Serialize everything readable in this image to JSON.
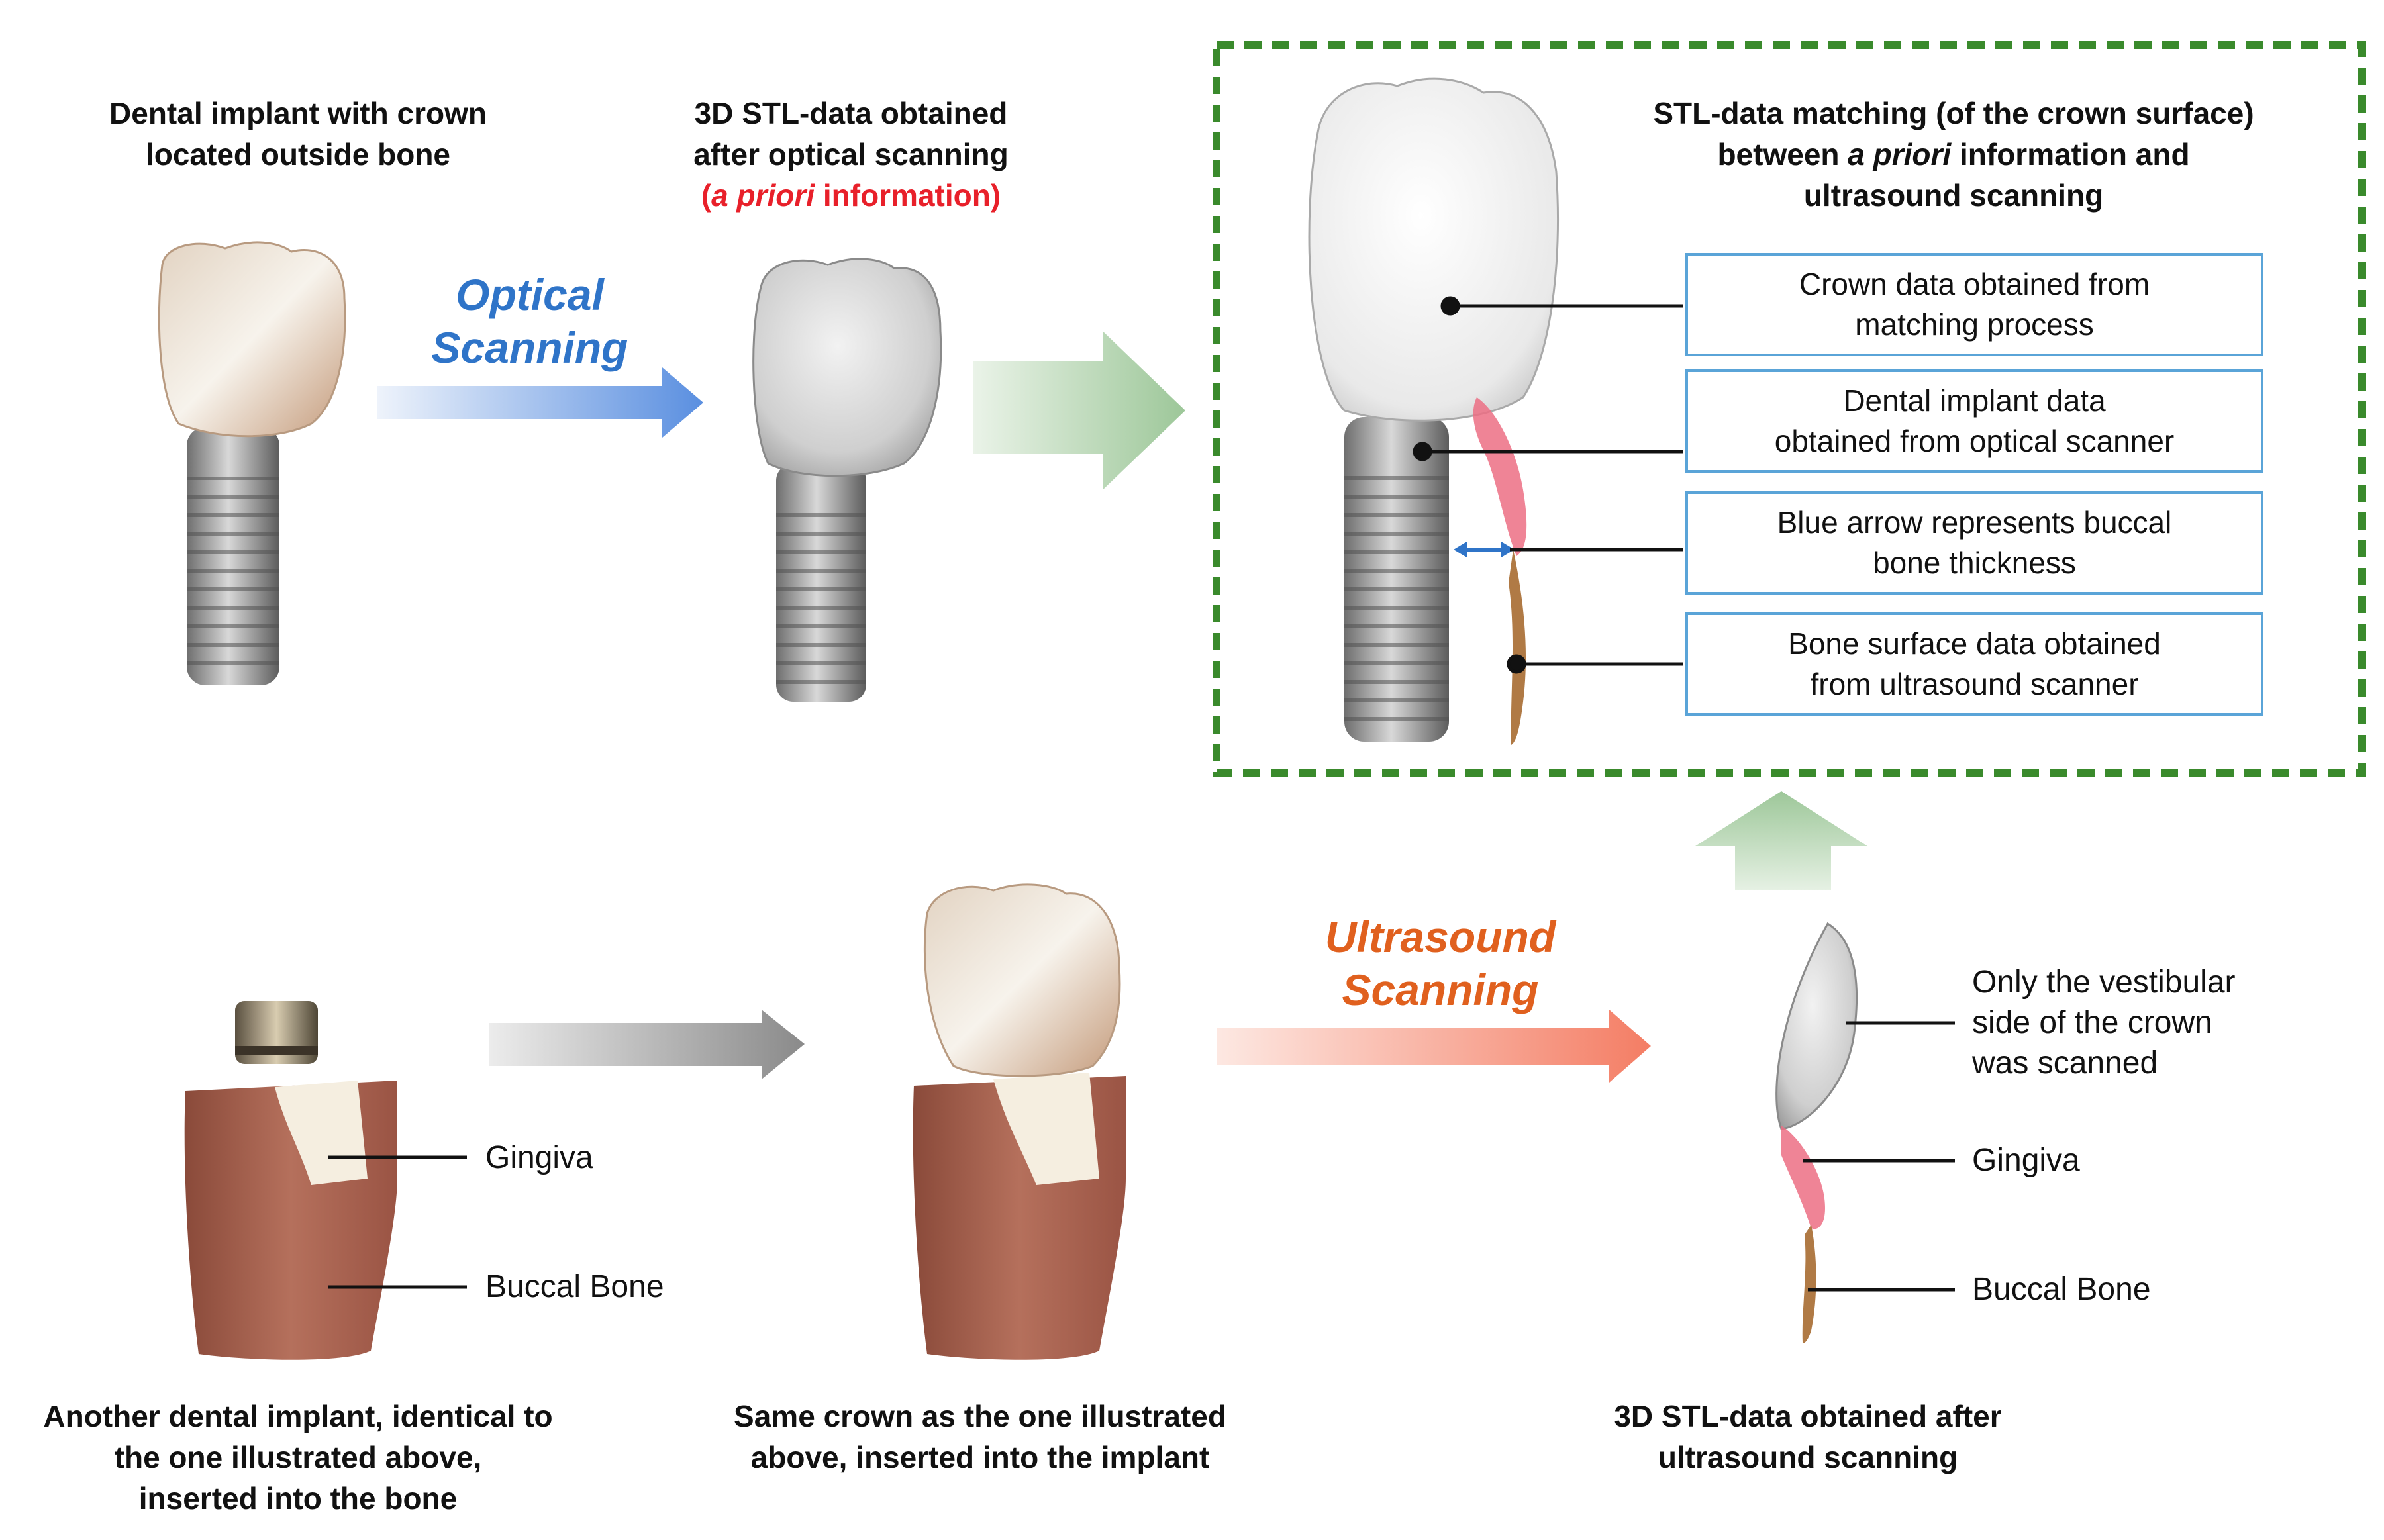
{
  "top": {
    "left_caption": [
      "Dental implant with crown",
      "located outside bone"
    ],
    "mid_caption": [
      "3D STL-data obtained",
      "after optical scanning"
    ],
    "mid_caption_priori": {
      "open": "(",
      "italic": "a priori",
      "rest": " information)"
    },
    "optical_label": [
      "Optical",
      "Scanning"
    ]
  },
  "matching": {
    "title_line1": "STL-data matching (of the crown surface)",
    "title_line2_pre": "between ",
    "title_line2_italic": "a priori",
    "title_line2_post": " information and",
    "title_line3": "ultrasound scanning",
    "boxes": [
      [
        "Crown data obtained from",
        "matching process"
      ],
      [
        "Dental implant data",
        "obtained from optical scanner"
      ],
      [
        "Blue arrow represents buccal",
        "bone thickness"
      ],
      [
        "Bone surface data obtained",
        "from ultrasound scanner"
      ]
    ]
  },
  "bottom": {
    "gingiva_label": "Gingiva",
    "bone_label": "Buccal Bone",
    "ultrasound_label": [
      "Ultrasound",
      "Scanning"
    ],
    "stl_labels": {
      "vestibular": [
        "Only the vestibular",
        "side of the crown",
        "was scanned"
      ],
      "gingiva": "Gingiva",
      "bone": "Buccal Bone"
    },
    "left_caption": [
      "Another dental implant, identical to",
      "the one illustrated above,",
      "inserted into the bone"
    ],
    "mid_caption": [
      "Same crown as the one illustrated",
      "above, inserted into the implant"
    ],
    "right_caption": [
      "3D STL-data obtained after",
      "ultrasound scanning"
    ]
  },
  "colors": {
    "optical_blue": "#2f74c8",
    "ultrasound_orange": "#e0601e",
    "priori_red": "#e8202a",
    "dash_green": "#3a8a2c",
    "box_border": "#5aa4d8",
    "gingiva_pink": "#ec6f84",
    "bone_brown": "#b07a45"
  }
}
